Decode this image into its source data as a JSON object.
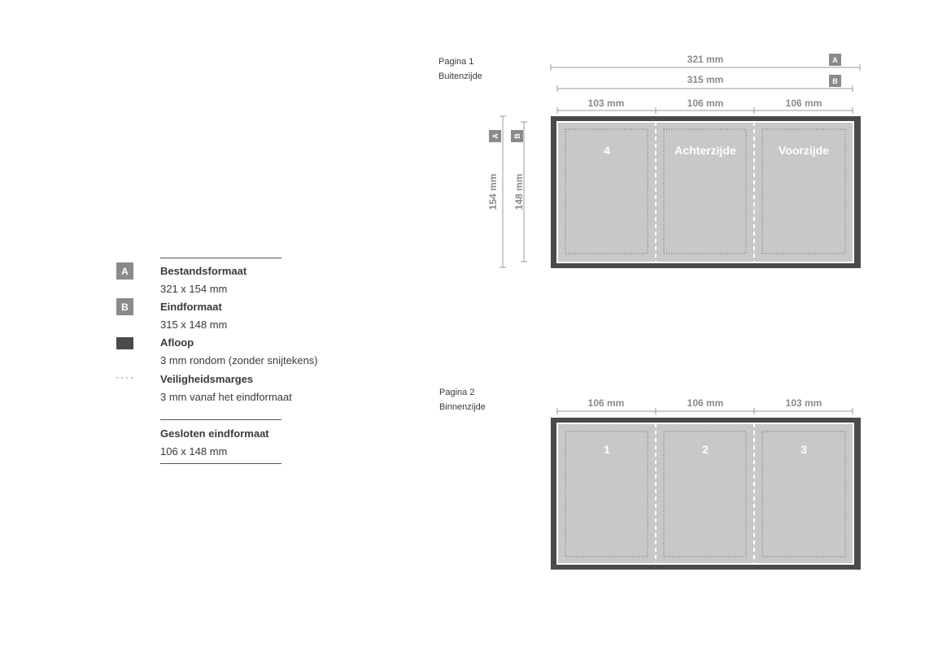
{
  "legend": {
    "items": [
      {
        "marker": "A",
        "title": "Bestandsformaat",
        "value": "321 x 154 mm"
      },
      {
        "marker": "B",
        "title": "Eindformaat",
        "value": "315 x 148 mm"
      },
      {
        "marker": "",
        "title": "Afloop",
        "value": "3 mm rondom (zonder snijtekens)"
      },
      {
        "marker": "····",
        "title": "Veiligheidsmarges",
        "value": "3 mm vanaf het eindformaat"
      }
    ],
    "closed": {
      "title": "Gesloten eindformaat",
      "value": "106 x 148 mm"
    }
  },
  "page1": {
    "label": "Pagina 1",
    "side": "Buitenzijde",
    "file_width": "321 mm",
    "final_width": "315 mm",
    "marker_a": "A",
    "marker_b": "B",
    "panel_widths": [
      "103 mm",
      "106 mm",
      "106 mm"
    ],
    "file_height": "154 mm",
    "final_height": "148 mm",
    "panels": [
      "4",
      "Achterzijde",
      "Voorzijde"
    ]
  },
  "page2": {
    "label": "Pagina 2",
    "side": "Binnenzijde",
    "panel_widths": [
      "106 mm",
      "106 mm",
      "103 mm"
    ],
    "panels": [
      "1",
      "2",
      "3"
    ]
  },
  "colors": {
    "bleed": "#4a4a4a",
    "panel": "#c8c8c8",
    "marker": "#8a8a8a",
    "dim_line": "#9a9a9a"
  }
}
